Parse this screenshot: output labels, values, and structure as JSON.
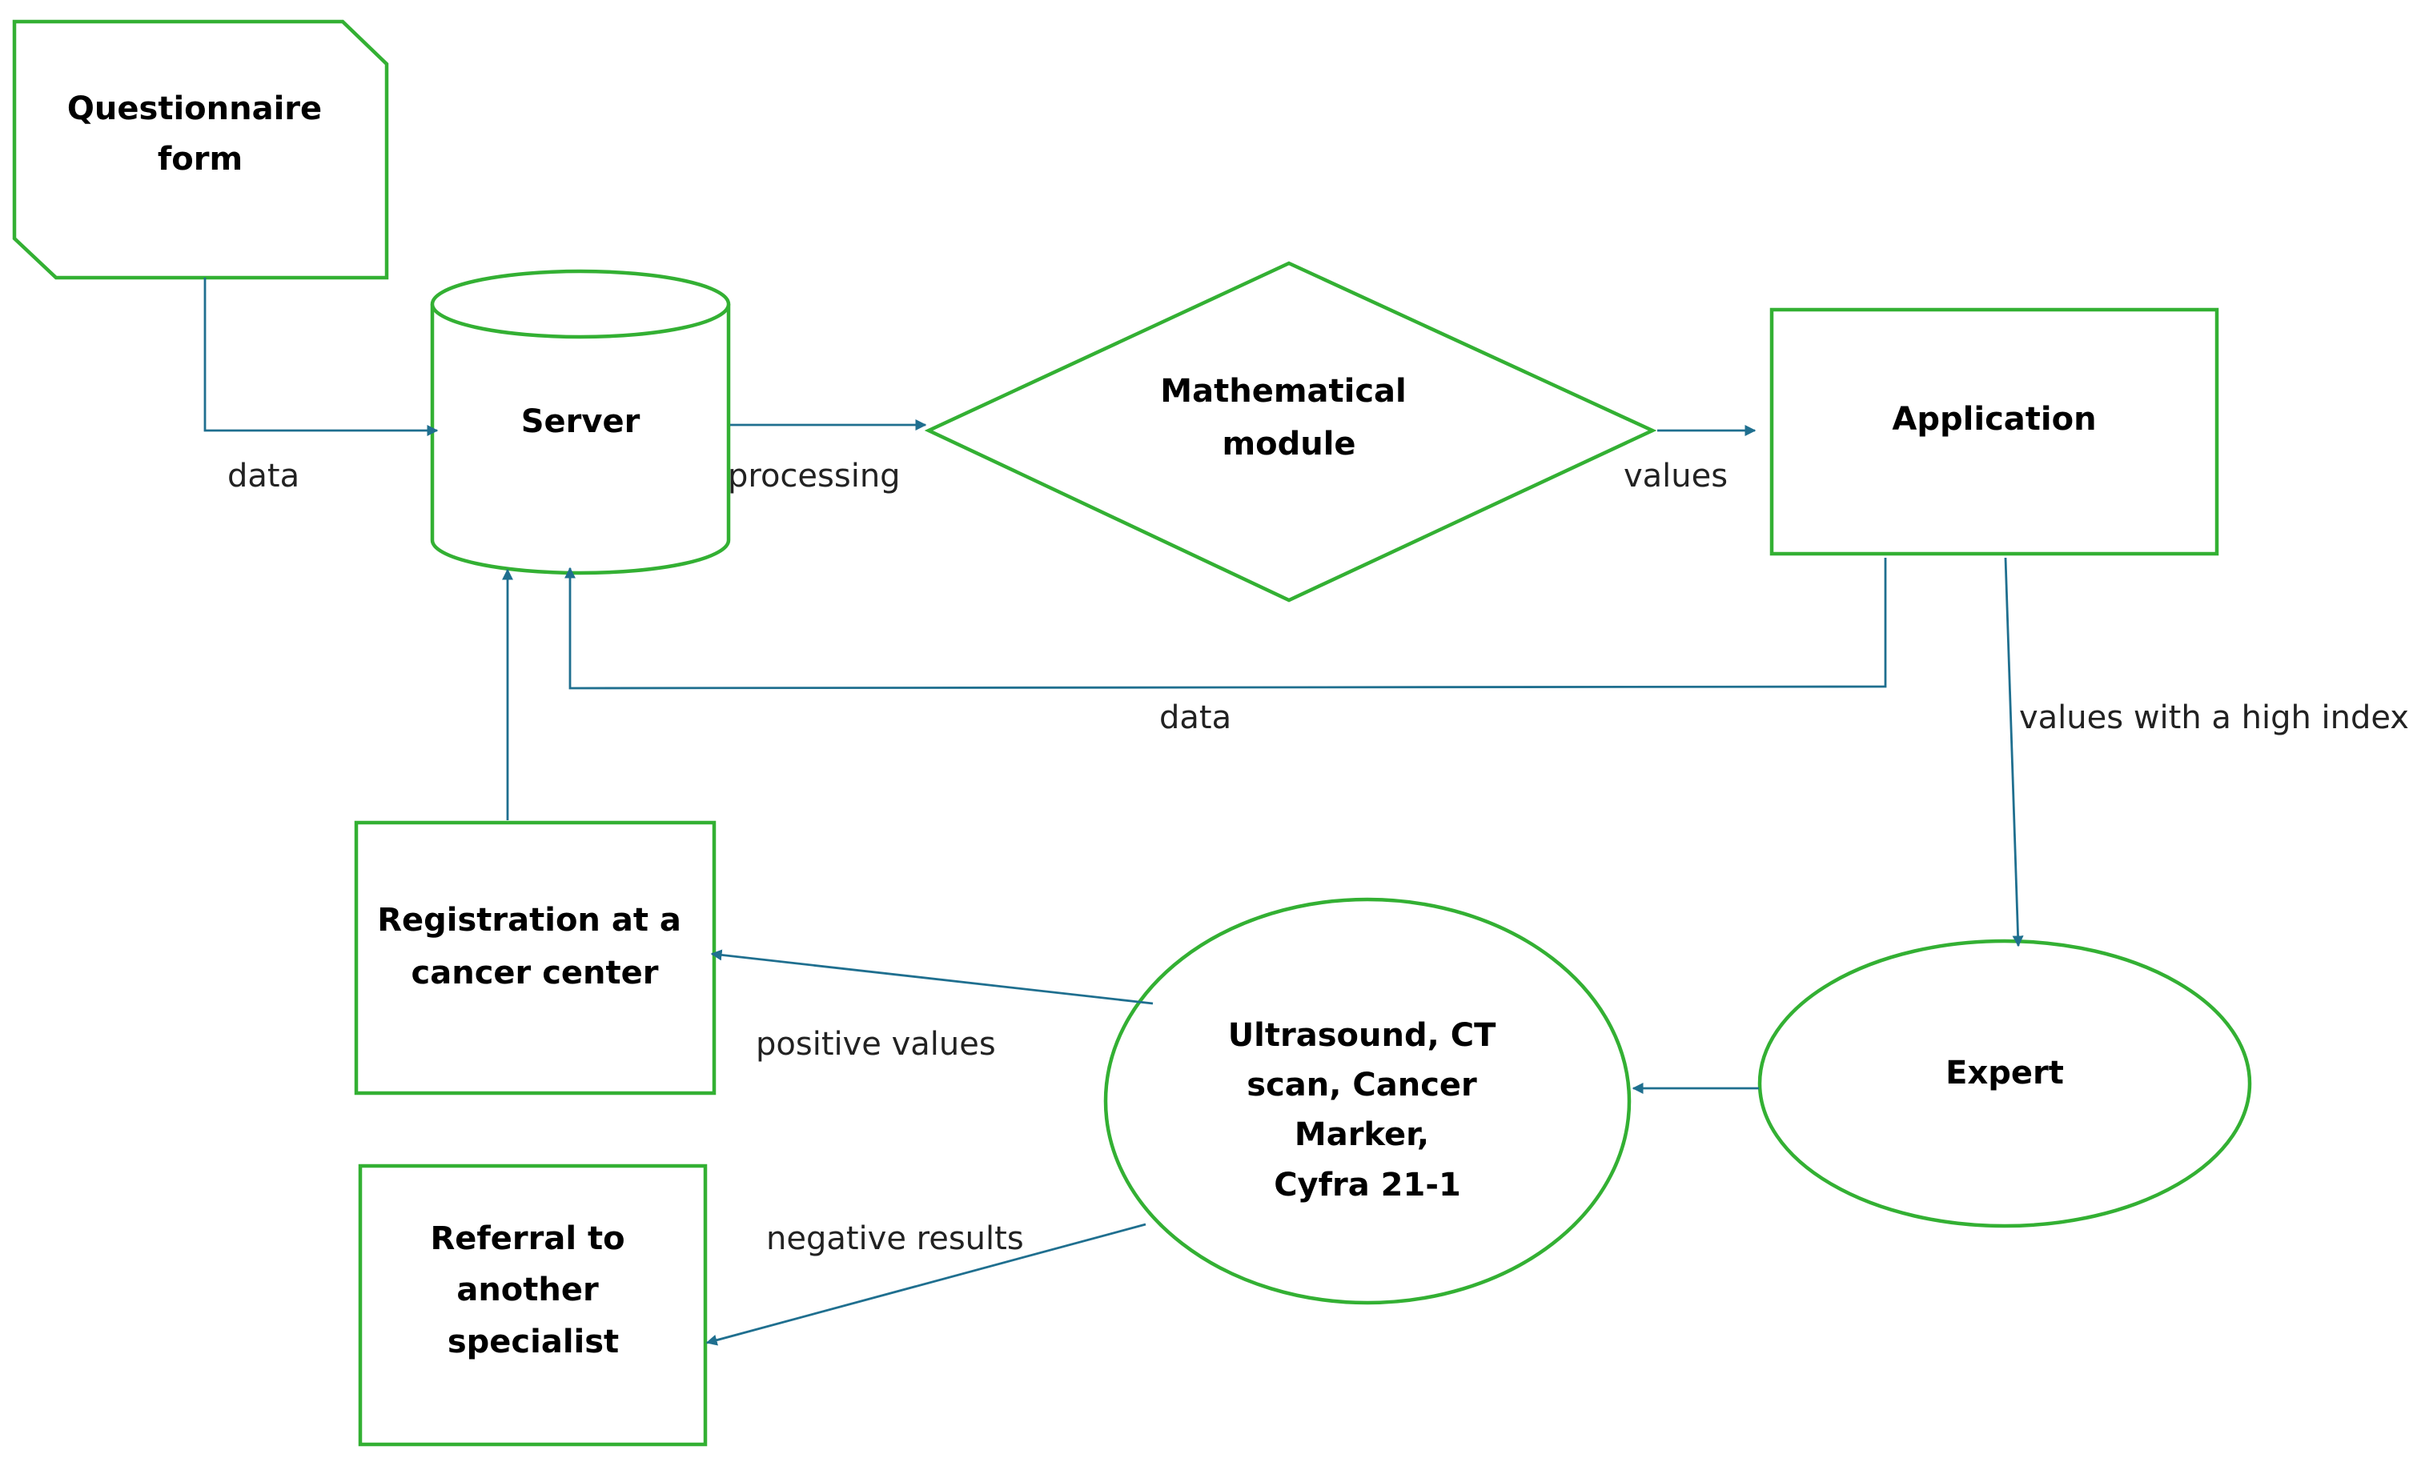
{
  "nodes": {
    "questionnaire": {
      "lines": [
        "Questionnaire",
        "form"
      ]
    },
    "server": {
      "lines": [
        "Server"
      ]
    },
    "math_module": {
      "lines": [
        "Mathematical",
        "module"
      ]
    },
    "application": {
      "lines": [
        "Application"
      ]
    },
    "registration": {
      "lines": [
        "Registration at a",
        "cancer center"
      ]
    },
    "tests": {
      "lines": [
        "Ultrasound, CT",
        "scan, Cancer",
        "Marker,",
        "Cyfra 21-1"
      ]
    },
    "expert": {
      "lines": [
        "Expert"
      ]
    },
    "referral": {
      "lines": [
        "Referral to",
        "another",
        "specialist"
      ]
    }
  },
  "edges": {
    "questionnaire_to_server": "data",
    "server_to_math": "processing",
    "math_to_application": "values",
    "application_to_server": "data",
    "application_to_expert": "values with a high index",
    "tests_to_registration": "positive values",
    "tests_to_referral": "negative results"
  },
  "colors": {
    "node_stroke": "#33b033",
    "connector": "#1f6f8f"
  }
}
